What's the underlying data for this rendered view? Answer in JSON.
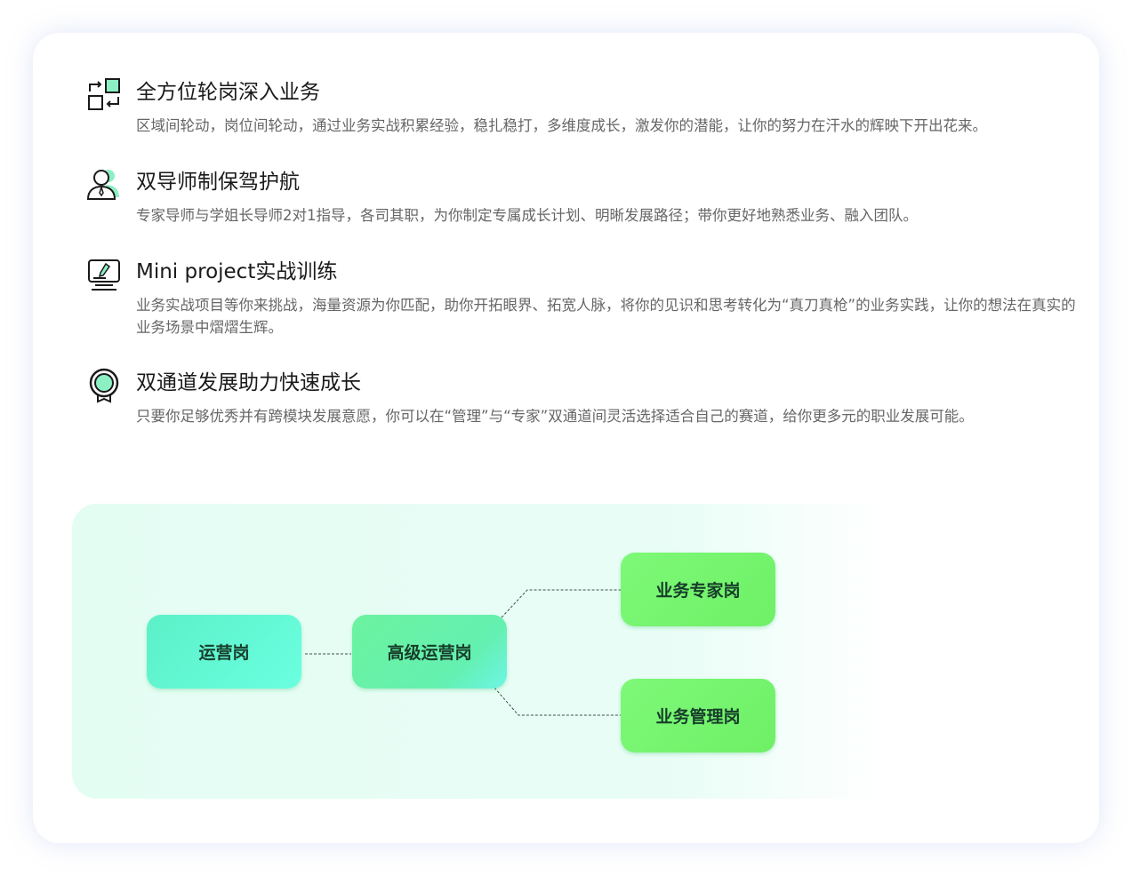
{
  "sections": [
    {
      "icon": "rotation-icon",
      "title": "全方位轮岗深入业务",
      "desc": "区域间轮动，岗位间轮动，通过业务实战积累经验，稳扎稳打，多维度成长，激发你的潜能，让你的努力在汗水的辉映下开出花来。"
    },
    {
      "icon": "mentors-icon",
      "title": "双导师制保驾护航",
      "desc": "专家导师与学姐长导师2对1指导，各司其职，为你制定专属成长计划、明晰发展路径；带你更好地熟悉业务、融入团队。"
    },
    {
      "icon": "project-screen-icon",
      "title": "Mini project实战训练",
      "desc": "业务实战项目等你来挑战，海量资源为你匹配，助你开拓眼界、拓宽人脉，将你的见识和思考转化为“真刀真枪”的业务实践，让你的想法在真实的业务场景中熠熠生辉。"
    },
    {
      "icon": "medal-icon",
      "title": "双通道发展助力快速成长",
      "desc": "只要你足够优秀并有跨模块发展意愿，你可以在“管理”与“专家”双通道间灵活选择适合自己的赛道，给你更多元的职业发展可能。"
    }
  ],
  "diagram": {
    "nodes": [
      "运营岗",
      "高级运营岗",
      "业务专家岗",
      "业务管理岗"
    ]
  },
  "colors": {
    "accent": "#8df0c4",
    "stroke": "#1a1a1a"
  }
}
